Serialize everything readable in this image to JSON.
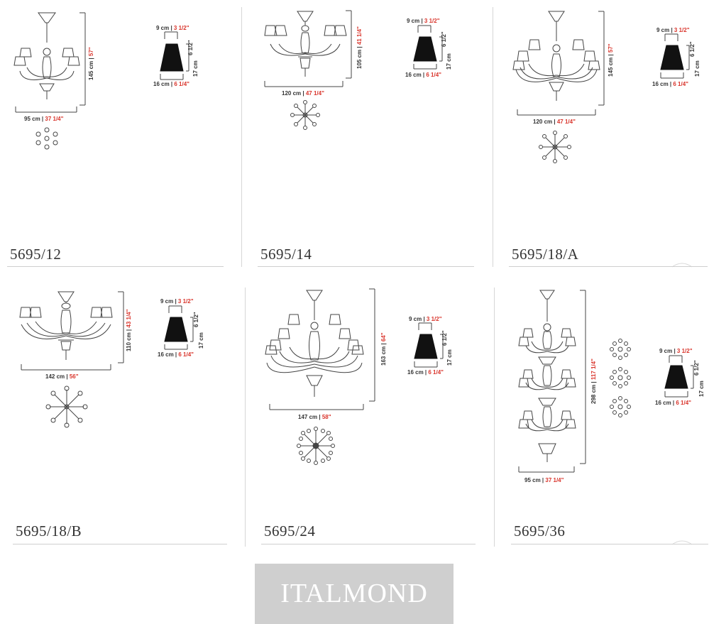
{
  "brand": {
    "name": "ITALMOND"
  },
  "colors": {
    "accent": "#d9342b",
    "shade": "#111111",
    "line": "#444444",
    "banner": "#cfcfcf"
  },
  "shade_dims": {
    "top": {
      "cm": "9 cm",
      "in": "3 1/2\""
    },
    "height": {
      "cm": "17 cm",
      "in": "6 1/2\""
    },
    "bottom": {
      "cm": "16 cm",
      "in": "6 1/4\""
    }
  },
  "models": [
    {
      "code": "5695/12",
      "width": {
        "cm": "95 cm",
        "in": "37 1/4\""
      },
      "height": {
        "cm": "145 cm",
        "in": "57\""
      }
    },
    {
      "code": "5695/14",
      "width": {
        "cm": "120 cm",
        "in": "47 1/4\""
      },
      "height": {
        "cm": "105 cm",
        "in": "41 1/4\""
      }
    },
    {
      "code": "5695/18/A",
      "width": {
        "cm": "120 cm",
        "in": "47 1/4\""
      },
      "height": {
        "cm": "145 cm",
        "in": "57\""
      }
    },
    {
      "code": "5695/18/B",
      "width": {
        "cm": "142 cm",
        "in": "56\""
      },
      "height": {
        "cm": "110 cm",
        "in": "43 1/4\""
      }
    },
    {
      "code": "5695/24",
      "width": {
        "cm": "147 cm",
        "in": "58\""
      },
      "height": {
        "cm": "163 cm",
        "in": "64\""
      }
    },
    {
      "code": "5695/36",
      "width": {
        "cm": "95 cm",
        "in": "37 1/4\""
      },
      "height": {
        "cm": "298 cm",
        "in": "117 1/4\""
      }
    }
  ]
}
